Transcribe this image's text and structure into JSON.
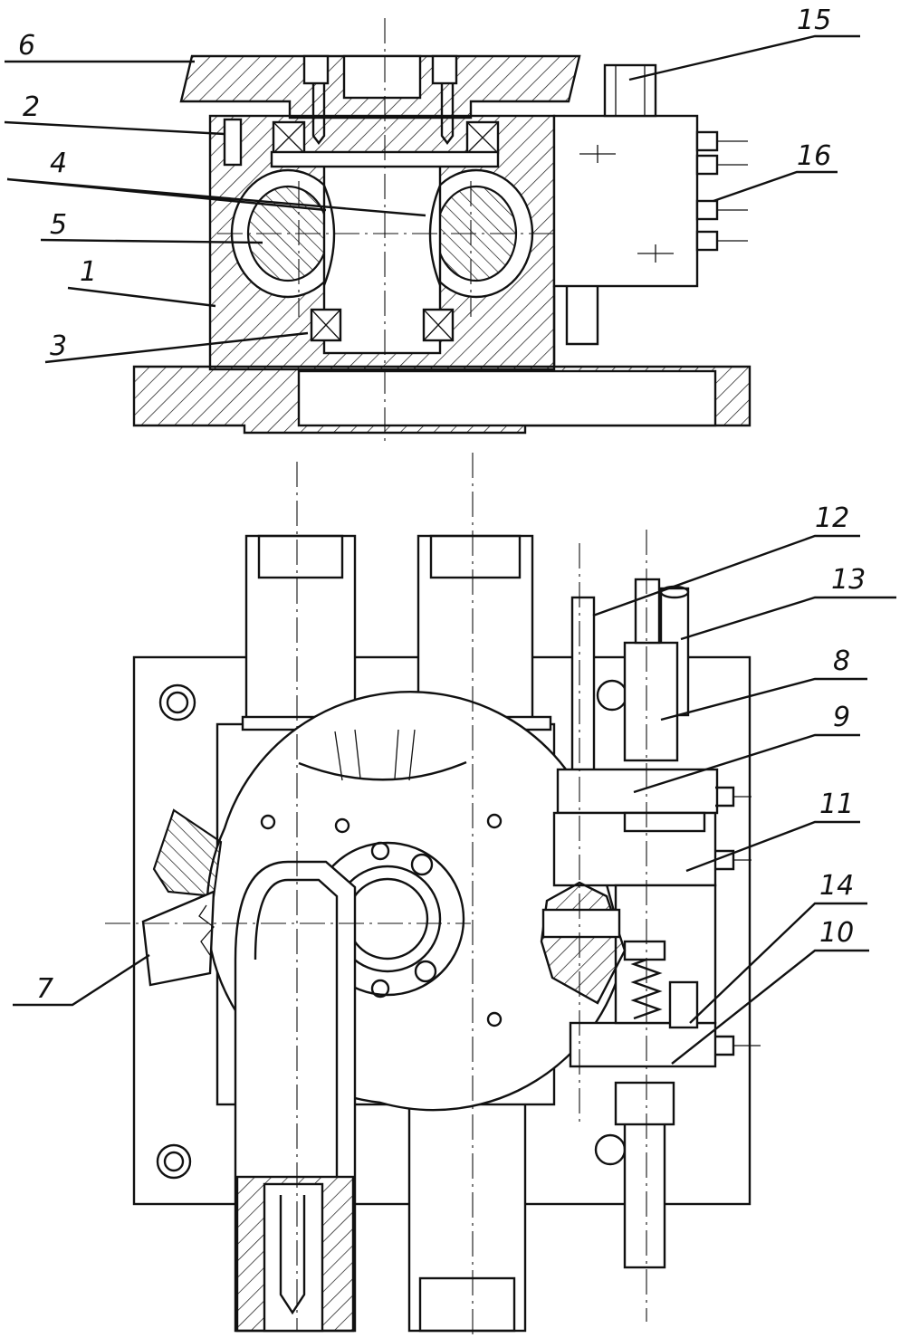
{
  "labels": [
    "6",
    "2",
    "4",
    "5",
    "1",
    "3",
    "15",
    "16",
    "12",
    "13",
    "8",
    "9",
    "11",
    "14",
    "10",
    "7"
  ]
}
